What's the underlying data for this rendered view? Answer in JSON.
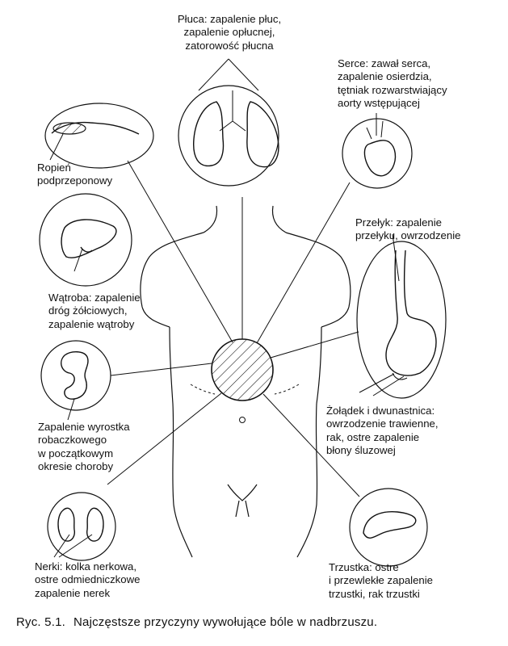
{
  "labels": {
    "pluca": [
      "Płuca: zapalenie płuc,",
      "zapalenie opłucnej,",
      "zatorowość płucna"
    ],
    "serce": [
      "Serce: zawał serca,",
      "zapalenie osierdzia,",
      "tętniak rozwarstwiający",
      "aorty wstępującej"
    ],
    "ropien": [
      "Ropień",
      "podprzeponowy"
    ],
    "przelyk": [
      "Przełyk: zapalenie",
      "przełyku, owrzodzenie"
    ],
    "watroba": [
      "Wątroba: zapalenie",
      "dróg żółciowych,",
      "zapalenie wątroby"
    ],
    "zoladek": [
      "Żołądek i dwunastnica:",
      "owrzodzenie trawienne,",
      "rak, ostre zapalenie",
      "błony śluzowej"
    ],
    "wyrostek": [
      "Zapalenie wyrostka",
      "robaczkowego",
      "w początkowym",
      "okresie choroby"
    ],
    "nerki": [
      "Nerki:  kolka nerkowa,",
      "ostre odmiedniczkowe",
      "zapalenie nerek"
    ],
    "trzustka": [
      "Trzustka: ostre",
      "i przewlekłe zapalenie",
      "trzustki, rak trzustki"
    ]
  },
  "caption": {
    "number": "Ryc. 5.1.",
    "text": "Najczęstsze przyczyny wywołujące bóle w nadbrzuszu."
  }
}
